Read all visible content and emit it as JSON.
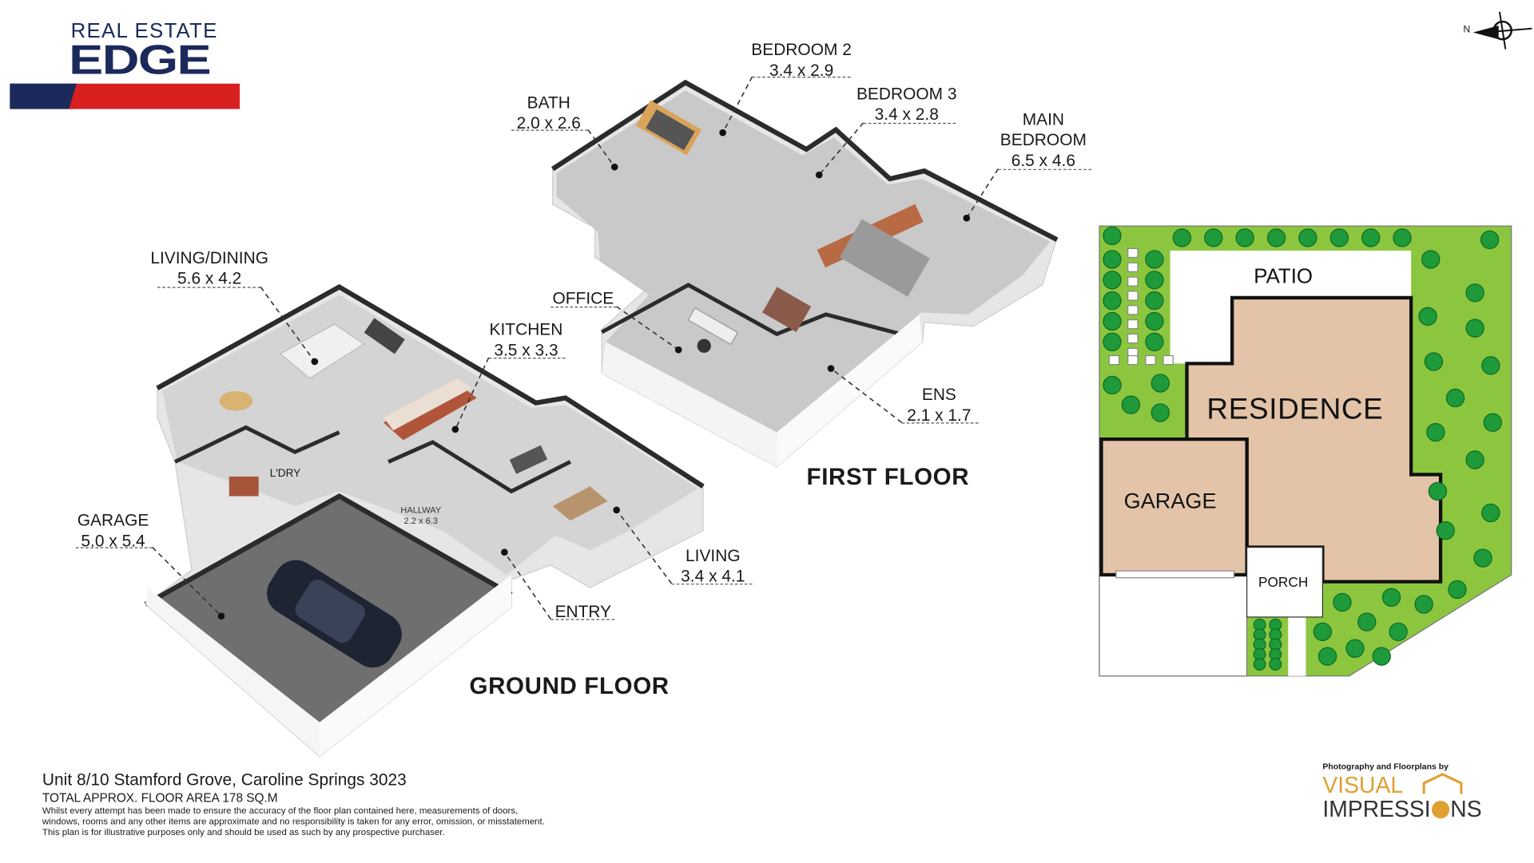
{
  "logo": {
    "line1": "REAL ESTATE",
    "line2": "EDGE",
    "navy": "#1b2a5a",
    "red": "#d7201f"
  },
  "compass": {
    "label": "N"
  },
  "first_floor": {
    "title": "FIRST FLOOR",
    "rooms": [
      {
        "name": "BEDROOM 2",
        "size": "3.4 x 2.9"
      },
      {
        "name": "BATH",
        "size": "2.0 x 2.6"
      },
      {
        "name": "BEDROOM 3",
        "size": "3.4 x 2.8"
      },
      {
        "name": "MAIN BEDROOM",
        "name_line1": "MAIN",
        "name_line2": "BEDROOM",
        "size": "6.5 x 4.6"
      },
      {
        "name": "OFFICE"
      },
      {
        "name": "ENS",
        "size": "2.1 x 1.7"
      }
    ]
  },
  "ground_floor": {
    "title": "GROUND FLOOR",
    "rooms": [
      {
        "name": "LIVING/DINING",
        "size": "5.6 x 4.2"
      },
      {
        "name": "KITCHEN",
        "size": "3.5 x 3.3"
      },
      {
        "name": "L'DRY"
      },
      {
        "name": "HALLWAY",
        "size": "2.2 x 6.3"
      },
      {
        "name": "GARAGE",
        "size": "5.0 x 5.4"
      },
      {
        "name": "LIVING",
        "size": "3.4 x 4.1"
      },
      {
        "name": "ENTRY"
      }
    ]
  },
  "site_plan": {
    "labels": {
      "patio": "PATIO",
      "residence": "RESIDENCE",
      "garage": "GARAGE",
      "porch": "PORCH"
    },
    "colors": {
      "lawn": "#8cc63f",
      "tree": "#1e9a3a",
      "building": "#e3c4a8"
    }
  },
  "footer": {
    "address": "Unit 8/10 Stamford Grove, Caroline Springs 3023",
    "area": "TOTAL APPROX. FLOOR AREA 178 SQ.M",
    "disclaimer": [
      "Whilst every attempt has been made to ensure the accuracy of the floor plan contained here, measurements of doors,",
      "windows, rooms and any other items are approximate and no responsibility is taken for any error, omission, or misstatement.",
      "This plan is for illustrative purposes only and should be used as such by any prospective purchaser."
    ]
  },
  "credit": {
    "caption": "Photography and Floorplans by",
    "brand1": "VISUAL",
    "brand2a": "IMPRESSI",
    "brand2b": "NS",
    "accent": "#e0a030"
  }
}
